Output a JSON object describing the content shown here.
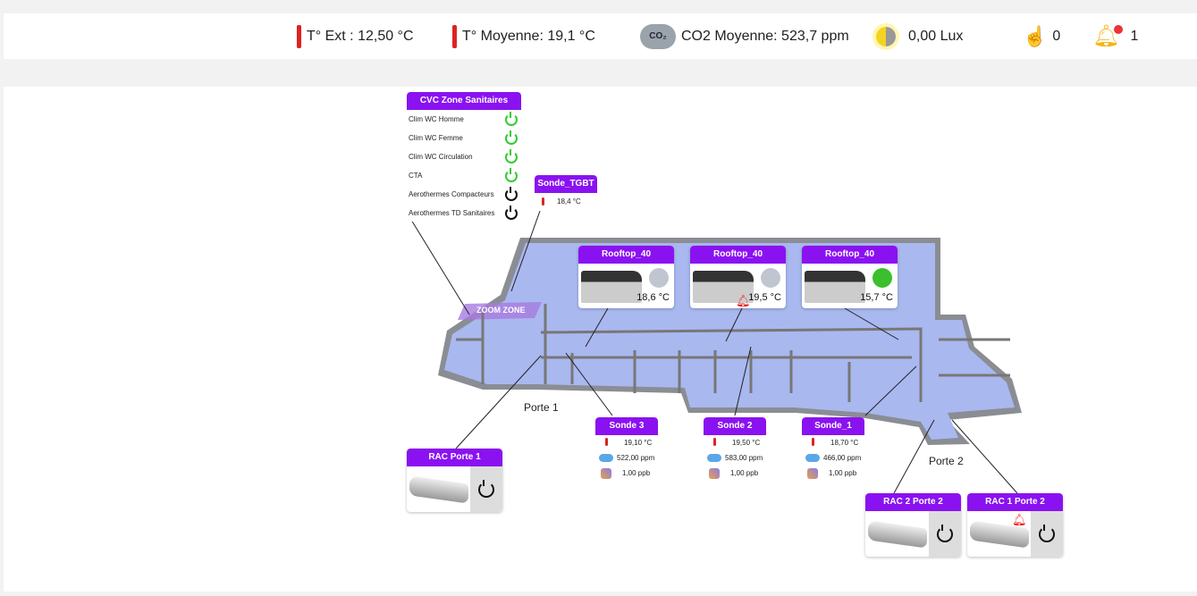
{
  "topbar": {
    "t_ext": "T° Ext : 12,50 °C",
    "t_moy": "T° Moyenne: 19,1 °C",
    "co2": "CO2 Moyenne: 523,7 ppm",
    "co2_icon_text": "CO₂",
    "lux": "0,00 Lux",
    "touch_count": "0",
    "alert_count": "1"
  },
  "cvc": {
    "title": "CVC Zone Sanitaires",
    "items": [
      {
        "label": "Clim WC Homme",
        "state": "on"
      },
      {
        "label": "Clim WC Femme",
        "state": "on"
      },
      {
        "label": "Clim WC Circulation",
        "state": "on"
      },
      {
        "label": "CTA",
        "state": "on"
      },
      {
        "label": "Aerothermes Compacteurs",
        "state": "off"
      },
      {
        "label": "Aerothermes TD Sanitaires",
        "state": "off"
      }
    ]
  },
  "sonde_tgbt": {
    "title": "Sonde_TGBT",
    "temp": "18,4 °C"
  },
  "rooftops": [
    {
      "title": "Rooftop_40",
      "temp": "18,6 °C",
      "status_color": "#c0c6d0"
    },
    {
      "title": "Rooftop_40",
      "temp": "19,5 °C",
      "status_color": "#c0c6d0",
      "alarm": true
    },
    {
      "title": "Rooftop_40",
      "temp": "15,7 °C",
      "status_color": "#3cbf2c"
    }
  ],
  "sondes": [
    {
      "title": "Sonde 3",
      "temp": "19,10 °C",
      "co2": "522,00 ppm",
      "cov": "1,00 ppb"
    },
    {
      "title": "Sonde 2",
      "temp": "19,50 °C",
      "co2": "583,00 ppm",
      "cov": "1,00 ppb"
    },
    {
      "title": "Sonde_1",
      "temp": "18,70 °C",
      "co2": "466,00 ppm",
      "cov": "1,00 ppb"
    }
  ],
  "racs": [
    {
      "title": "RAC Porte 1"
    },
    {
      "title": "RAC 2 Porte 2"
    },
    {
      "title": "RAC 1 Porte 2",
      "alarm": true
    }
  ],
  "map": {
    "zoom_zone": "ZOOM ZONE",
    "porte1": "Porte 1",
    "porte2": "Porte 2"
  }
}
